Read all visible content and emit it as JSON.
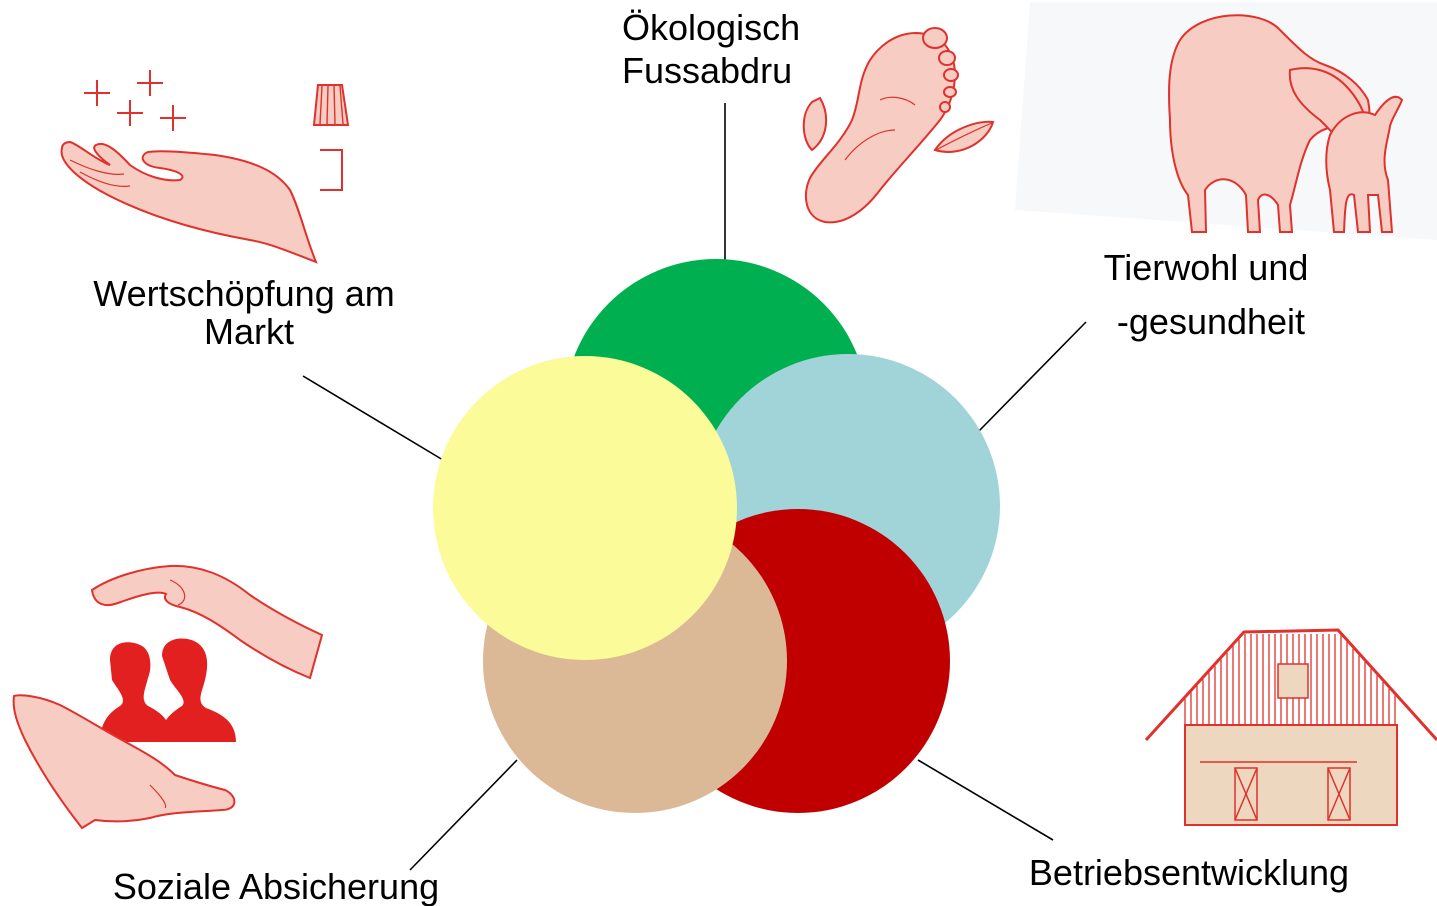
{
  "diagram": {
    "circles": [
      {
        "name": "green",
        "color": "#00B050"
      },
      {
        "name": "teal",
        "color": "#A0D4D8"
      },
      {
        "name": "red",
        "color": "#C00000"
      },
      {
        "name": "tan",
        "color": "#DBB996"
      },
      {
        "name": "yellow",
        "color": "#FBFB99"
      }
    ],
    "labels": {
      "oekologisch": {
        "line1": "Ökologisch",
        "line2": "Fussabdru"
      },
      "tierwohl": {
        "line1": "Tierwohl und",
        "line2": "-gesundheit"
      },
      "wertschoepfung": {
        "line1": "Wertschöpfung am",
        "line2": "Markt"
      },
      "soziale": {
        "line1": "Soziale Absicherung"
      },
      "betrieb": {
        "line1": "Betriebsentwicklung"
      }
    },
    "icons": {
      "footprint": "footprint-icon",
      "cow": "cow-and-calf-icon",
      "hand": "open-hand-icon",
      "protect": "protecting-hands-icon",
      "barn": "barn-icon"
    },
    "colors": {
      "icon_fill": "#F6CCC3",
      "icon_stroke": "#E0312C",
      "silhouette": "#E22020",
      "connector": "#000000"
    }
  }
}
